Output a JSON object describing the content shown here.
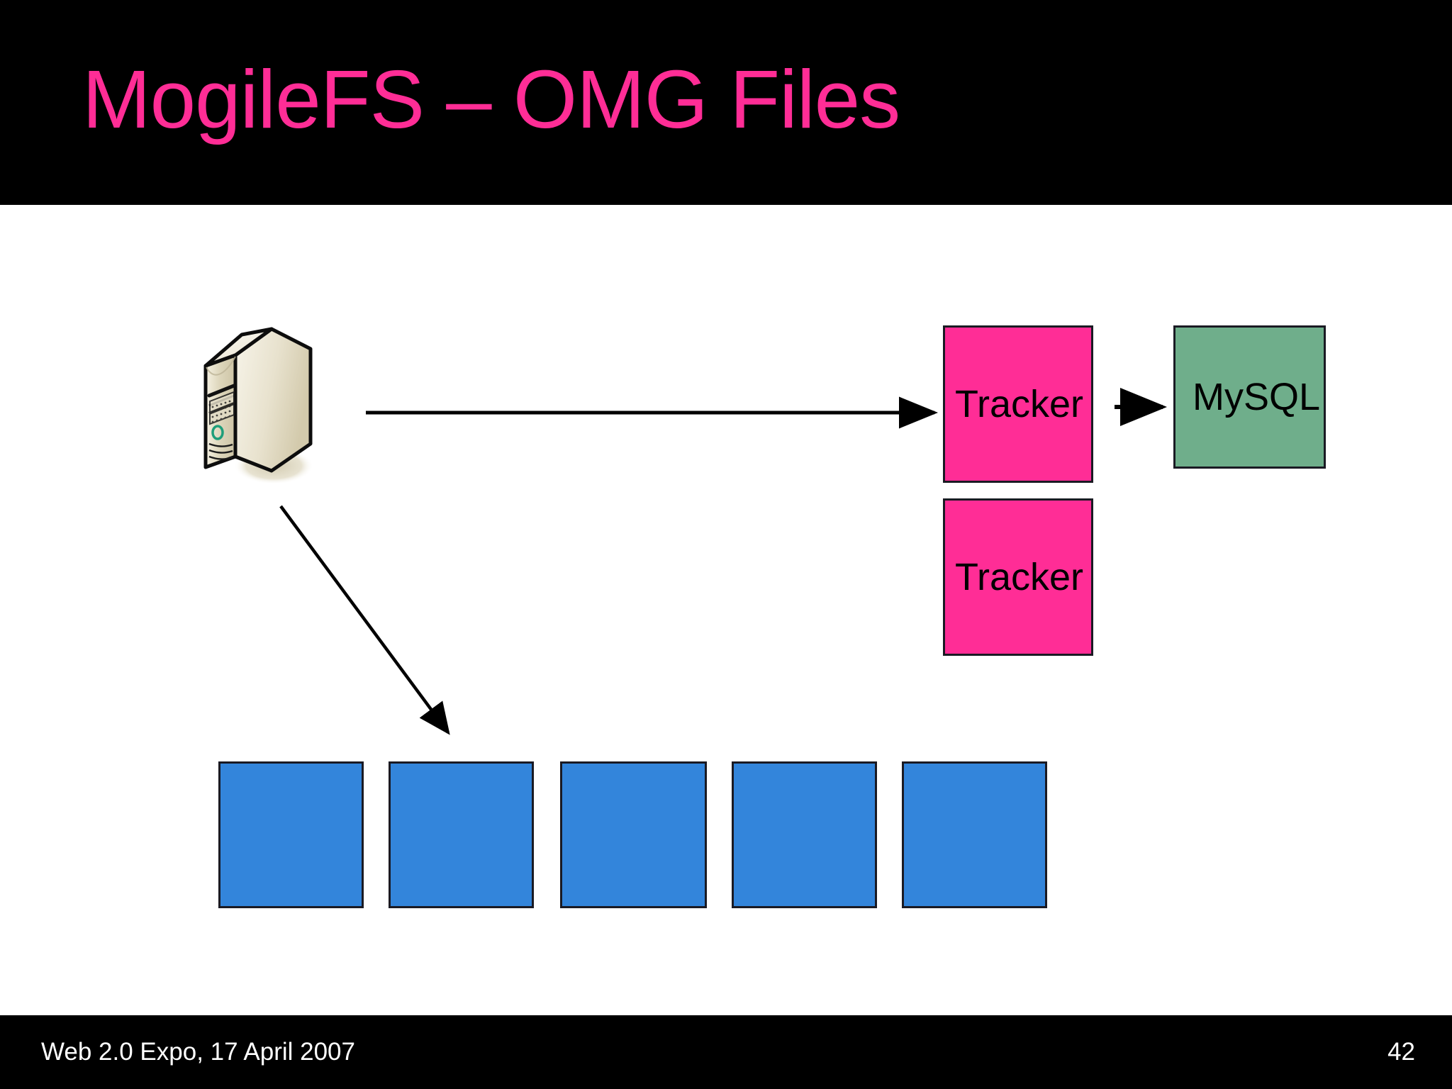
{
  "slide": {
    "title": "MogileFS – OMG Files",
    "page_number": "42",
    "footer_text": "Web 2.0 Expo, 17 April 2007",
    "colors": {
      "header_background": "#000000",
      "title_text": "#ff2d96",
      "body_background": "#ffffff",
      "tracker_fill": "#ff2d96",
      "mysql_fill": "#6fae8b",
      "storage_fill": "#3385db",
      "box_border": "#1a1a23",
      "arrow": "#000000",
      "footer_background": "#000000",
      "footer_text": "#ffffff",
      "server_body": "#ded8c0",
      "server_highlight": "#f5f1e2",
      "server_led": "#1f9e7a"
    }
  },
  "diagram": {
    "client": {
      "icon": "server-tower-icon",
      "label": ""
    },
    "trackers": [
      {
        "label": "Tracker"
      },
      {
        "label": "Tracker"
      }
    ],
    "database": {
      "label": "MySQL"
    },
    "storage_nodes": [
      {
        "label": ""
      },
      {
        "label": ""
      },
      {
        "label": ""
      },
      {
        "label": ""
      },
      {
        "label": ""
      }
    ],
    "connections": [
      {
        "from": "client",
        "to": "tracker-1",
        "style": "straight-arrow"
      },
      {
        "from": "tracker-1",
        "to": "mysql",
        "style": "short-arrow"
      },
      {
        "from": "client",
        "to": "storage-row",
        "style": "diagonal-arrow"
      }
    ]
  }
}
